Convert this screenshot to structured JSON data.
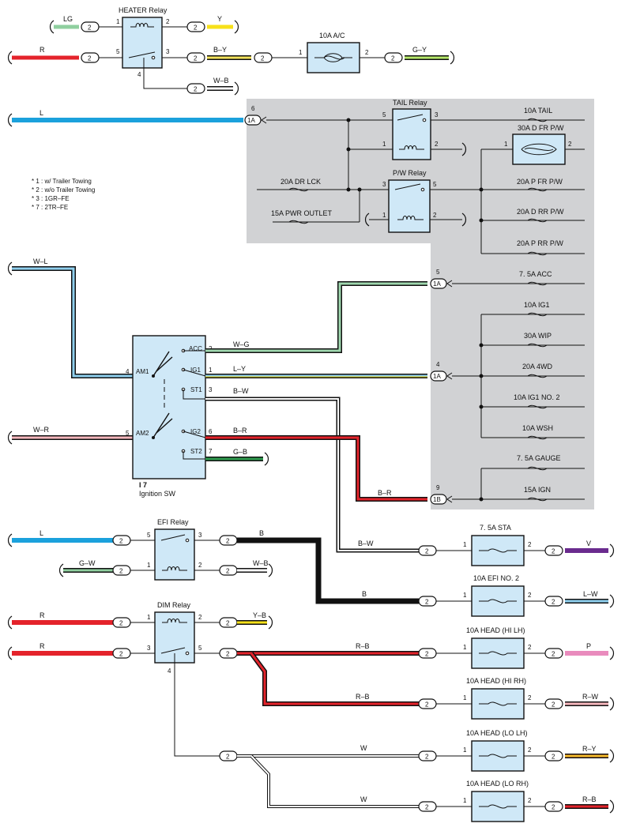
{
  "colors": {
    "panel": "#d1d2d4",
    "component_fill": "#cfe8f7",
    "red": "#e4232b",
    "blue": "#1ba1dc",
    "black": "#111111",
    "light_green": "#8fcf9f",
    "yellow": "#f7e11a",
    "tan": "#e8c98e",
    "green": "#2e9a4e",
    "violet": "#6a2b8e",
    "pink": "#e98bbd",
    "orange": "#f39a3a"
  },
  "notes": [
    "* 1 : w/ Trailer Towing",
    "* 2 : w/o Trailer Towing",
    "* 3 : 1GR–FE",
    "* 7 : 2TR–FE"
  ],
  "relays": {
    "heater": "HEATER Relay",
    "tail": "TAIL Relay",
    "pw": "P/W Relay",
    "efi": "EFI Relay",
    "dim": "DIM Relay"
  },
  "ignition": {
    "id": "I 7",
    "name": "Ignition SW",
    "terminals": {
      "acc": "ACC",
      "ig1": "IG1",
      "st1": "ST1",
      "ig2": "IG2",
      "st2": "ST2",
      "am1": "AM1",
      "am2": "AM2"
    }
  },
  "fuses": {
    "ac": "10A A/C",
    "tail": "10A TAIL",
    "dfrpw": "30A D FR P/W",
    "drlck": "20A DR LCK",
    "pwroutlet": "15A PWR OUTLET",
    "pfrpw": "20A P FR P/W",
    "drrpw": "20A D RR P/W",
    "prrpw": "20A P RR P/W",
    "acc": "7. 5A ACC",
    "ig1": "10A IG1",
    "wip": "30A WIP",
    "4wd": "20A 4WD",
    "ig1no2": "10A IG1 NO. 2",
    "wsh": "10A WSH",
    "gauge": "7. 5A GAUGE",
    "ign": "15A IGN",
    "sta": "7. 5A STA",
    "efino2": "10A EFI NO. 2",
    "headhilh": "10A HEAD (HI LH)",
    "headhirh": "10A HEAD (HI RH)",
    "headlolh": "10A HEAD (LO LH)",
    "headlorh": "10A HEAD (LO RH)"
  },
  "wires": {
    "lg": "LG",
    "y": "Y",
    "r1": "R",
    "by": "B–Y",
    "gy": "G–Y",
    "wb1": "W–B",
    "l1": "L",
    "wl": "W–L",
    "wg": "W–G",
    "ly": "L–Y",
    "bw1": "B–W",
    "wr": "W–R",
    "br1": "B–R",
    "gb": "G–B",
    "br2": "B–R",
    "l2": "L",
    "b1": "B",
    "gw": "G–W",
    "wb2": "W–B",
    "bw2": "B–W",
    "v": "V",
    "b2": "B",
    "lw": "L–W",
    "r2": "R",
    "yb": "Y–B",
    "r3": "R",
    "rb1": "R–B",
    "p": "P",
    "rb2": "R–B",
    "rw": "R–W",
    "w1": "W",
    "ry": "R–Y",
    "w2": "W",
    "rb3": "R–B"
  },
  "connectors": {
    "c2": "2",
    "c1a": "1A",
    "c1b": "1B"
  },
  "pins": {
    "p1": "1",
    "p2": "2",
    "p3": "3",
    "p4": "4",
    "p5": "5",
    "p6": "6",
    "p7": "7",
    "p9": "9"
  }
}
